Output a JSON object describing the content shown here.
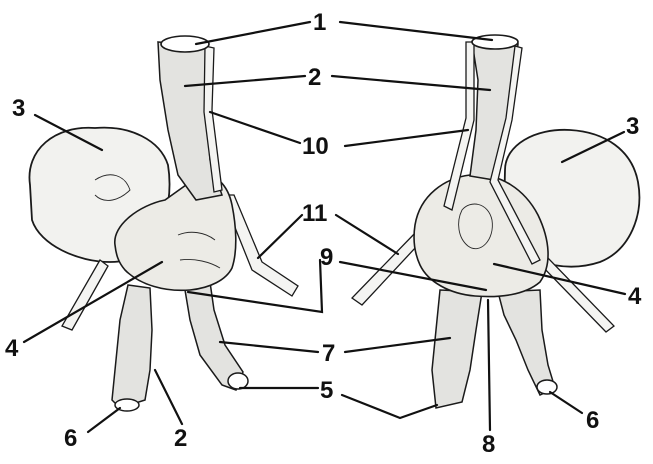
{
  "labels": {
    "n1": "1",
    "n2a": "2",
    "n2b": "2",
    "n3a": "3",
    "n3b": "3",
    "n4a": "4",
    "n4b": "4",
    "n5": "5",
    "n6a": "6",
    "n6b": "6",
    "n7": "7",
    "n8": "8",
    "n9": "9",
    "n10": "10",
    "n11": "11"
  },
  "colors": {
    "ink": "#1a1a1a",
    "tissue": "#ecebe6",
    "background": "#ffffff"
  }
}
